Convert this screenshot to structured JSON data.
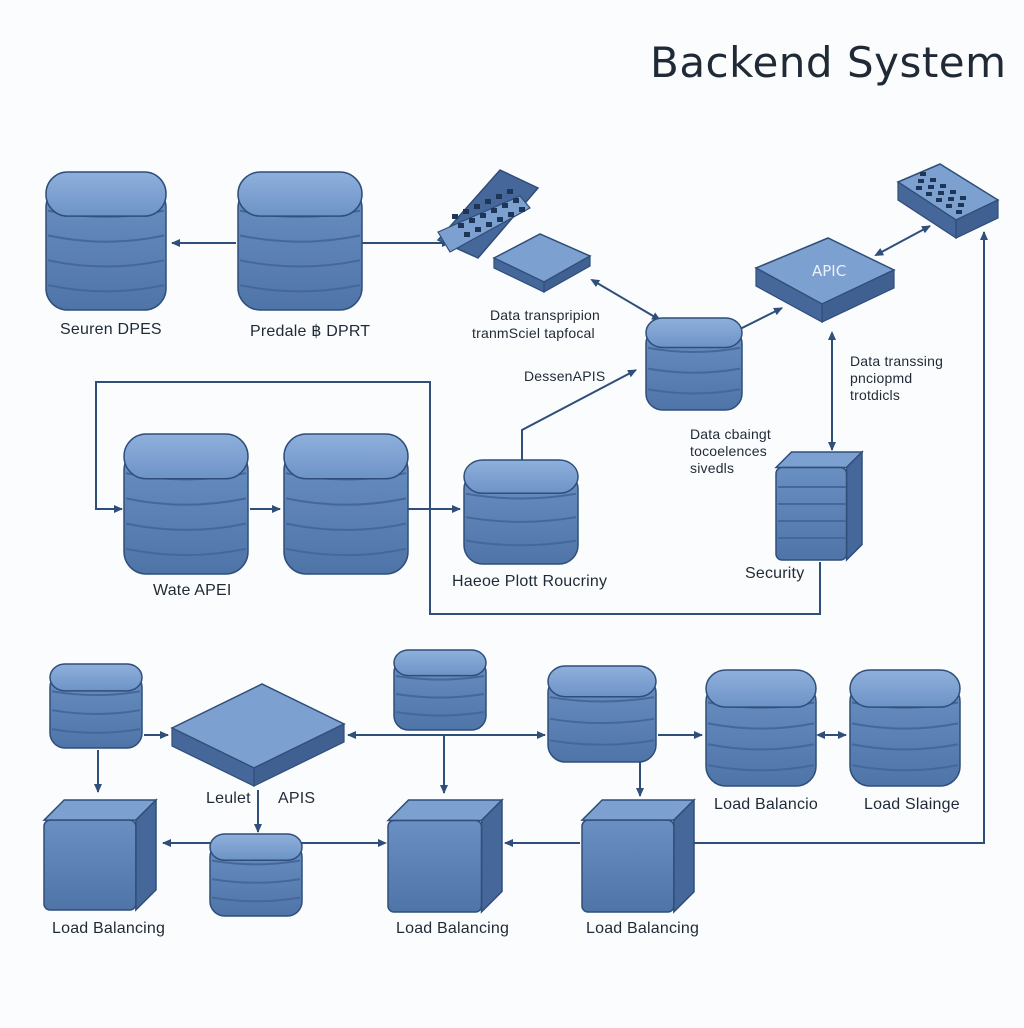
{
  "title": "Backend System",
  "colors": {
    "node_fill": "#5d83b8",
    "node_top": "#7ca0cf",
    "node_side": "#46679a",
    "stroke": "#2f4e7a",
    "connector": "#2f4e7a"
  },
  "labels": {
    "seuren": "Seuren DPES",
    "predale": "Predale ฿ DPRT",
    "data_transm_1": "Data transpripion",
    "data_transm_2": "tranmSciel tapfocal",
    "dessen": "DessenAPIS",
    "data_transing_1": "Data transsing",
    "data_transing_2": "pnciopmd",
    "data_transing_3": "trotdicls",
    "data_cbaingt_1": "Data cbaingt",
    "data_cbaingt_2": "tocoelences",
    "data_cbaingt_3": "sivedls",
    "wate": "Wate APEI",
    "haece": "Haeoe Plott Roucriny",
    "security": "Security",
    "leulet": "Leulet",
    "apis": "APIS",
    "lb_balancio": "Load Balancio",
    "lb_slainge": "Load Slainge",
    "lb_1": "Load Balancing",
    "lb_2": "Load Balancing",
    "lb_3": "Load Balancing",
    "apc": "APIC"
  },
  "icons": [
    "database-icon",
    "keyboard-icon",
    "api-gateway-icon",
    "server-rack-icon",
    "cube-node-icon",
    "arrow-icon"
  ]
}
